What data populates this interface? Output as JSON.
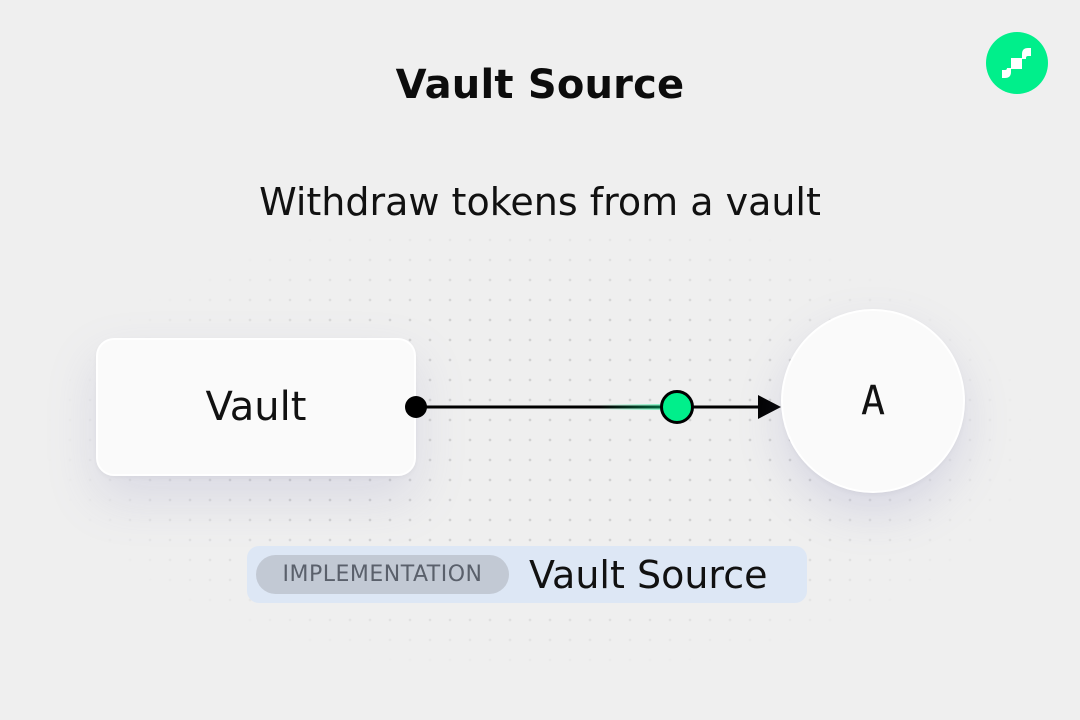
{
  "title": "Vault Source",
  "subtitle": "Withdraw tokens from a vault",
  "logo": {
    "icon": "flow-logo-icon",
    "color": "#00ef8b"
  },
  "diagram": {
    "source_node": {
      "label": "Vault"
    },
    "target_node": {
      "label": "A"
    },
    "connector": {
      "flow_dot_color": "#00ef8b",
      "line_color": "#000000"
    }
  },
  "implementation": {
    "tag": "IMPLEMENTATION",
    "name": "Vault Source"
  }
}
